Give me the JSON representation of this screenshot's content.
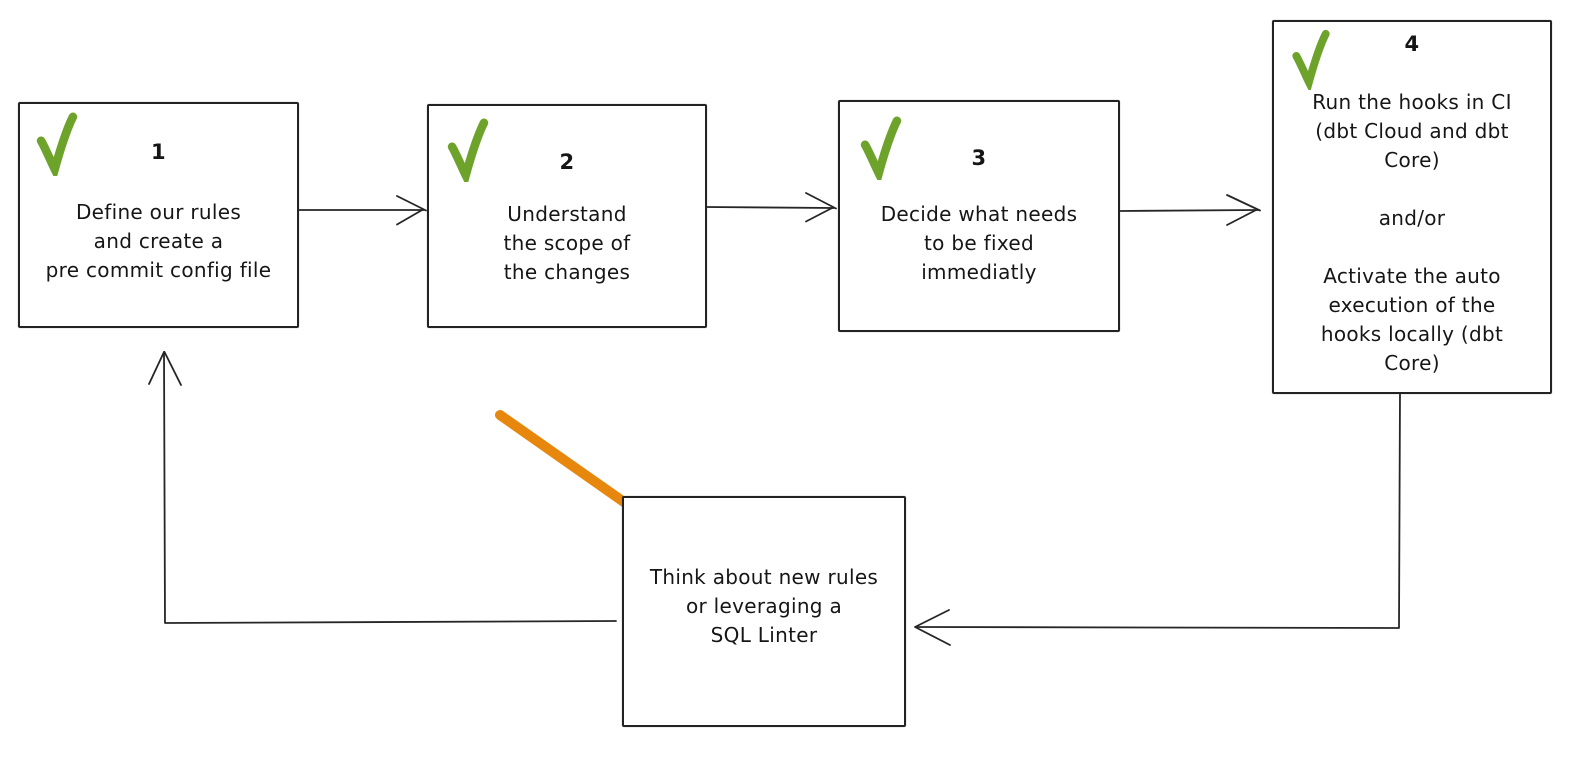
{
  "diagram": {
    "type": "flowchart",
    "steps": [
      {
        "number": "1",
        "checked": true,
        "text": "Define our rules\nand create a\npre commit config file"
      },
      {
        "number": "2",
        "checked": true,
        "text": "Understand\nthe scope of\nthe changes"
      },
      {
        "number": "3",
        "checked": true,
        "text": "Decide what needs\nto be fixed\nimmediatly"
      },
      {
        "number": "4",
        "checked": true,
        "text": "Run the hooks in CI\n(dbt Cloud and dbt\nCore)\n\nand/or\n\nActivate the auto\nexecution of the\nhooks locally (dbt\nCore)"
      }
    ],
    "feedback_box": {
      "text": "Think about new rules\nor leveraging a\nSQL Linter"
    },
    "colors": {
      "check_green": "#6ea32b",
      "highlight_orange": "#e8870e",
      "line_black": "#262626"
    }
  }
}
